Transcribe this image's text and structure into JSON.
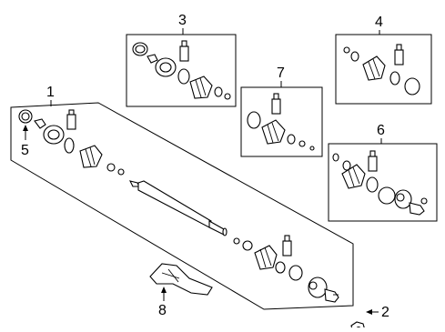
{
  "diagram": {
    "callouts": [
      {
        "id": "c1",
        "label": "1"
      },
      {
        "id": "c2",
        "label": "2"
      },
      {
        "id": "c3",
        "label": "3"
      },
      {
        "id": "c4",
        "label": "4"
      },
      {
        "id": "c5",
        "label": "5"
      },
      {
        "id": "c6",
        "label": "6"
      },
      {
        "id": "c7",
        "label": "7"
      },
      {
        "id": "c8",
        "label": "8"
      }
    ],
    "colors": {
      "line": "#000000",
      "background": "#ffffff"
    }
  }
}
